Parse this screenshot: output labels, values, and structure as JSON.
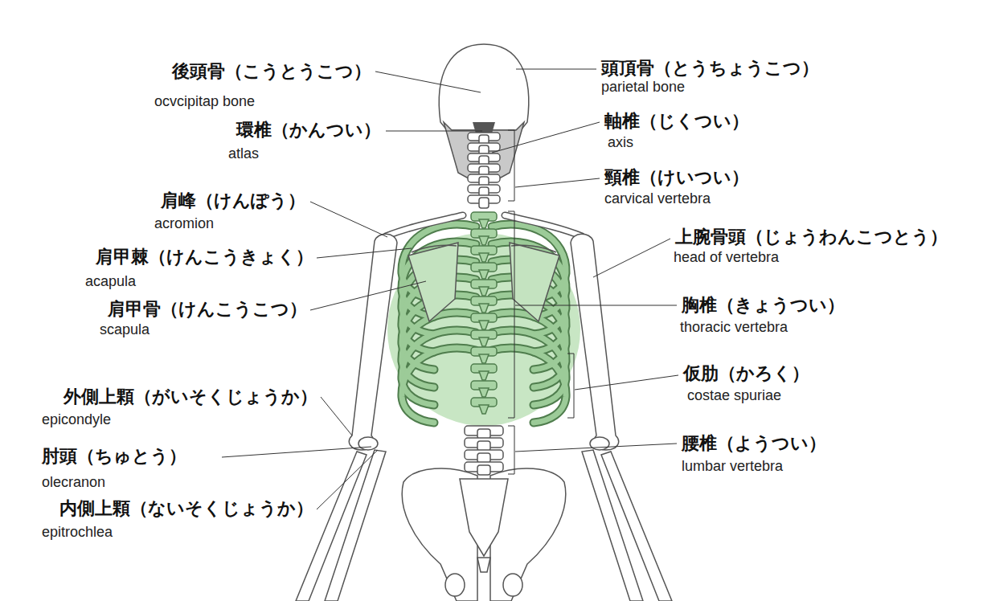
{
  "diagram": {
    "labels": [
      "後頭骨（こうとうこつ）",
      "ocvcipitap bone",
      "頭頂骨（とうちょうこつ）",
      "parietal bone",
      "環椎（かんつい）",
      "atlas",
      "軸椎（じくつい）",
      "axis",
      "頸椎（けいつい）",
      "carvical vertebra",
      "肩峰（けんぽう）",
      "acromion",
      "上腕骨頭（じょうわんこつとう）",
      "head of vertebra",
      "肩甲棘（けんこうきょく）",
      "acapula",
      "肩甲骨（けんこうこつ）",
      "scapula",
      "胸椎（きょうつい）",
      "thoracic vertebra",
      "仮肋（かろく）",
      "costae spuriae",
      "外側上顆（がいそくじょうか）",
      "epicondyle",
      "腰椎（ようつい）",
      "lumbar vertebra",
      "肘頭（ちゅとう）",
      "olecranon",
      "内側上顆（ないそくじょうか）",
      "epitrochlea"
    ]
  }
}
